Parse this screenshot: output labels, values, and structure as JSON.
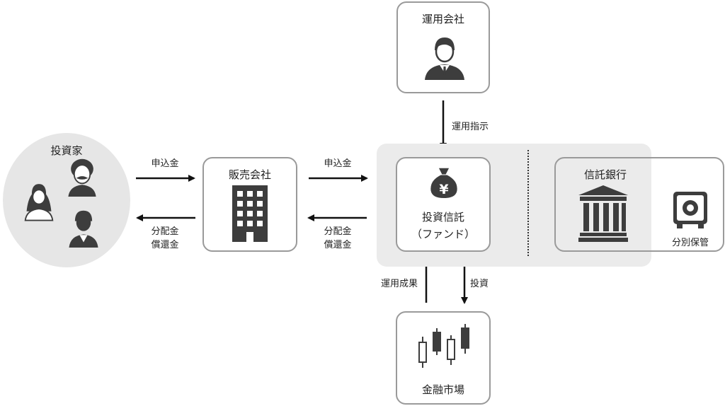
{
  "investor": {
    "title": "投資家"
  },
  "distributor": {
    "title": "販売会社"
  },
  "management": {
    "title": "運用会社"
  },
  "fund": {
    "line1": "投資信託",
    "line2": "（ファンド）",
    "yen": "¥"
  },
  "trust_bank": {
    "title": "信託銀行",
    "safe_label": "分別保管"
  },
  "market": {
    "title": "金融市場"
  },
  "flows": {
    "inv_subscription": "申込金",
    "inv_return_1": "分配金",
    "inv_return_2": "償還金",
    "dist_subscription": "申込金",
    "dist_return_1": "分配金",
    "dist_return_2": "償還金",
    "instruction": "運用指示",
    "result": "運用成果",
    "investment": "投資"
  },
  "colors": {
    "icon": "#3d3d3d",
    "border": "#9a9a9a",
    "panel": "#ebebeb",
    "circle": "#e6e6e6"
  }
}
